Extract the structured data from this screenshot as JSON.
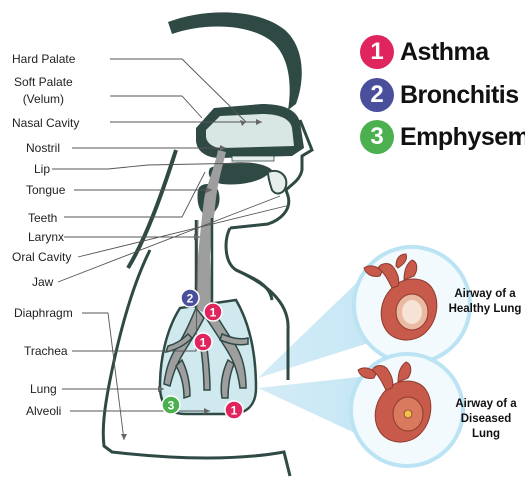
{
  "labels": [
    {
      "id": "hard-palate",
      "text": "Hard Palate"
    },
    {
      "id": "soft-palate-1",
      "text": "Soft Palate"
    },
    {
      "id": "soft-palate-2",
      "text": "(Velum)"
    },
    {
      "id": "nasal-cavity",
      "text": "Nasal Cavity"
    },
    {
      "id": "nostril",
      "text": "Nostril"
    },
    {
      "id": "lip",
      "text": "Lip"
    },
    {
      "id": "tongue",
      "text": "Tongue"
    },
    {
      "id": "teeth",
      "text": "Teeth"
    },
    {
      "id": "larynx",
      "text": "Larynx"
    },
    {
      "id": "oral-cavity",
      "text": "Oral Cavity"
    },
    {
      "id": "jaw",
      "text": "Jaw"
    },
    {
      "id": "diaphragm",
      "text": "Diaphragm"
    },
    {
      "id": "trachea",
      "text": "Trachea"
    },
    {
      "id": "lung",
      "text": "Lung"
    },
    {
      "id": "alveoli",
      "text": "Alveoli"
    }
  ],
  "legend": [
    {
      "number": "1",
      "name": "Asthma",
      "color": "#e0245e"
    },
    {
      "number": "2",
      "name": "Bronchitis",
      "color": "#4a4f9c"
    },
    {
      "number": "3",
      "name": "Emphysema",
      "color": "#4caf50"
    }
  ],
  "markers": {
    "asthma": "1",
    "bronchitis": "2",
    "emphysema": "3"
  },
  "captions": {
    "healthy_line1": "Airway of a",
    "healthy_line2": "Healthy Lung",
    "diseased_line1": "Airway of a",
    "diseased_line2": "Diseased Lung"
  },
  "colors": {
    "outline": "#2f4a45",
    "airway": "#9e9e9e",
    "lung_fill": "#cfe9ef",
    "glow": "#bfe6f5",
    "tissue": "#c75a4a"
  }
}
